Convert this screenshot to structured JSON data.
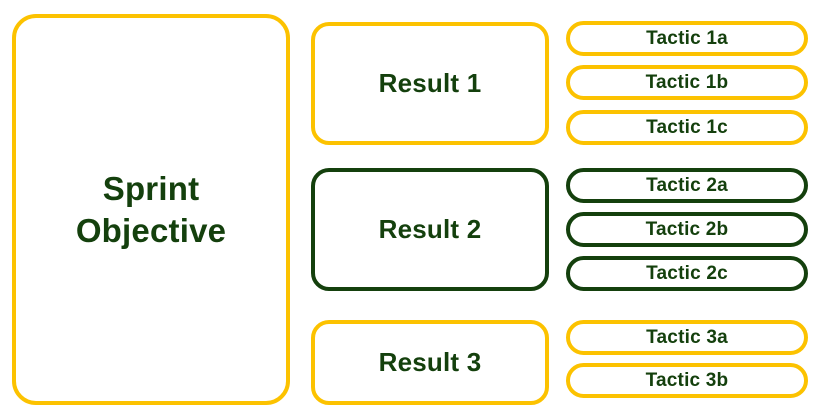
{
  "diagram": {
    "colors": {
      "accent_yellow": "#fcc200",
      "accent_green": "#14400d",
      "text_green": "#14400d",
      "background": "#ffffff"
    },
    "objective": {
      "label": "Sprint\nObjective",
      "accent": "yellow"
    },
    "results": [
      {
        "label": "Result 1",
        "accent": "yellow"
      },
      {
        "label": "Result 2",
        "accent": "green"
      },
      {
        "label": "Result 3",
        "accent": "yellow"
      }
    ],
    "tactics": [
      {
        "label": "Tactic 1a",
        "accent": "yellow",
        "result": "Result 1"
      },
      {
        "label": "Tactic 1b",
        "accent": "yellow",
        "result": "Result 1"
      },
      {
        "label": "Tactic 1c",
        "accent": "yellow",
        "result": "Result 1"
      },
      {
        "label": "Tactic 2a",
        "accent": "green",
        "result": "Result 2"
      },
      {
        "label": "Tactic 2b",
        "accent": "green",
        "result": "Result 2"
      },
      {
        "label": "Tactic 2c",
        "accent": "green",
        "result": "Result 2"
      },
      {
        "label": "Tactic 3a",
        "accent": "yellow",
        "result": "Result 3"
      },
      {
        "label": "Tactic 3b",
        "accent": "yellow",
        "result": "Result 3"
      }
    ]
  }
}
